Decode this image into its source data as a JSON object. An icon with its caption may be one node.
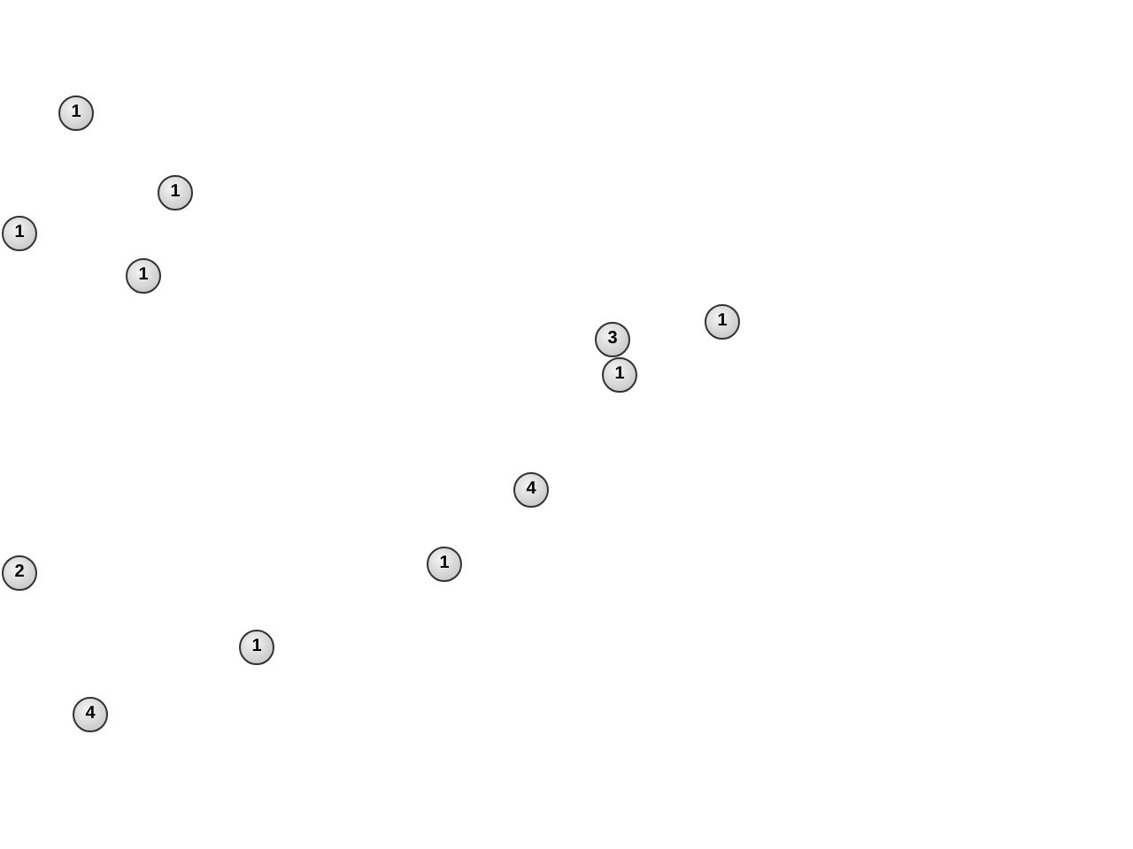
{
  "diagram": {
    "nodes": [
      {
        "text": [
          "1"
        ]
      },
      {
        "text": [
          "1"
        ]
      },
      {
        "text": [
          "1"
        ]
      },
      {
        "text": [
          "1"
        ]
      },
      {
        "text": [
          "1"
        ]
      },
      {
        "text": [
          "3"
        ]
      },
      {
        "text": [
          "1"
        ]
      },
      {
        "text": [
          "4"
        ]
      },
      {
        "text": [
          "1"
        ]
      },
      {
        "text": [
          "2"
        ]
      },
      {
        "text": [
          "1"
        ]
      },
      {
        "text": [
          "4"
        ]
      }
    ]
  }
}
